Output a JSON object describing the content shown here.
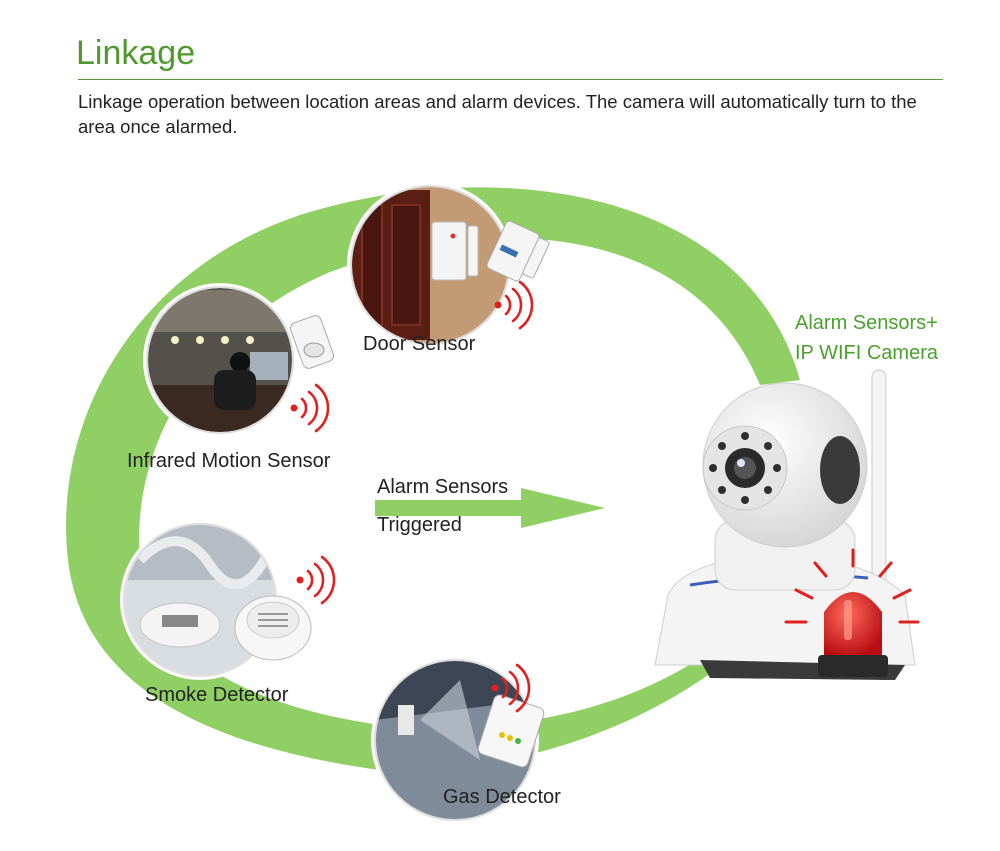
{
  "header": {
    "title": "Linkage",
    "description": "Linkage operation between location areas and alarm devices. The camera will automatically turn to the area once alarmed."
  },
  "labels": {
    "door_sensor": "Door Sensor",
    "infrared_motion_sensor": "Infrared Motion Sensor",
    "smoke_detector": "Smoke Detector",
    "gas_detector": "Gas Detector",
    "camera_line1": "Alarm Sensors+",
    "camera_line2": "IP WIFI Camera",
    "arrow_line1": "Alarm Sensors",
    "arrow_line2": "Triggered"
  },
  "colors": {
    "accent_green": "#8fcf63",
    "title_green": "#4f9a2f",
    "alarm_red": "#d9141a",
    "camera_white": "#f2f2f2",
    "camera_dark": "#3a3a3a"
  }
}
